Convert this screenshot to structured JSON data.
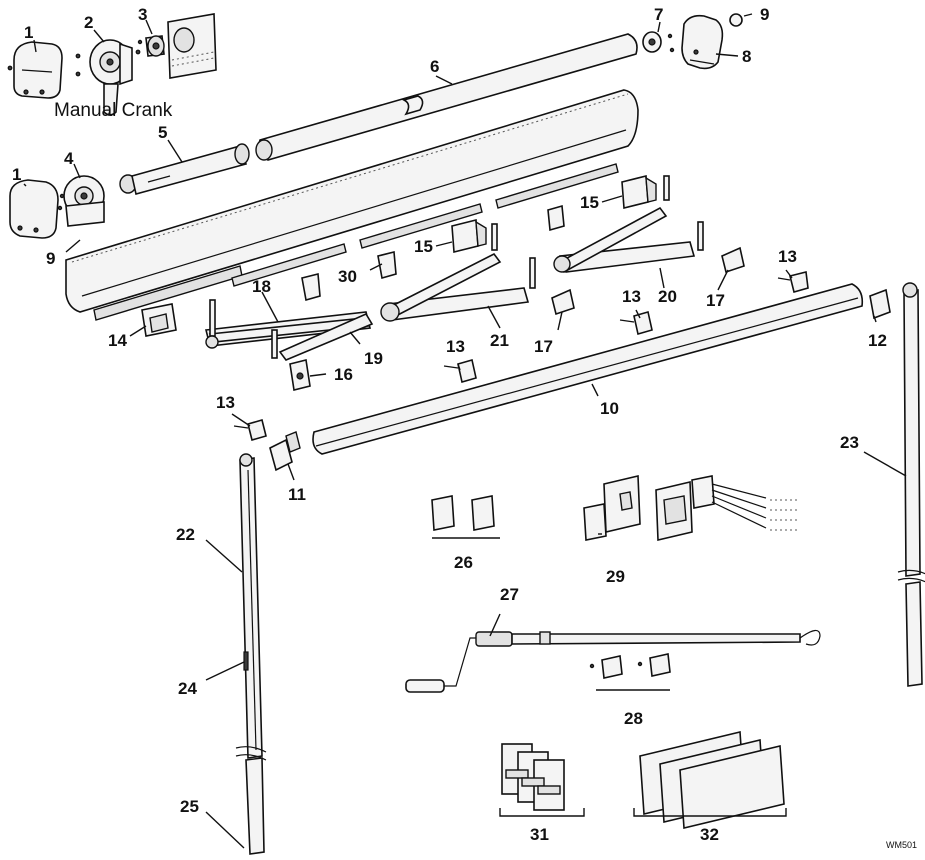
{
  "diagram": {
    "caption_manual_crank": "Manual Crank",
    "watermark": "WM501",
    "callouts": {
      "c1a": "1",
      "c2": "2",
      "c3": "3",
      "c7": "7",
      "c9a": "9",
      "c8": "8",
      "c6": "6",
      "c5": "5",
      "c1b": "1",
      "c4": "4",
      "c9b": "9",
      "c15a": "15",
      "c15b": "15",
      "c30": "30",
      "c18": "18",
      "c13a": "13",
      "c13b": "13",
      "c13c": "13",
      "c13d": "13",
      "c20": "20",
      "c17a": "17",
      "c17b": "17",
      "c21": "21",
      "c14": "14",
      "c19": "19",
      "c16": "16",
      "c12": "12",
      "c10": "10",
      "c11": "11",
      "c23": "23",
      "c22": "22",
      "c26": "26",
      "c29": "29",
      "c27": "27",
      "c24": "24",
      "c28": "28",
      "c25": "25",
      "c31": "31",
      "c32": "32"
    }
  }
}
